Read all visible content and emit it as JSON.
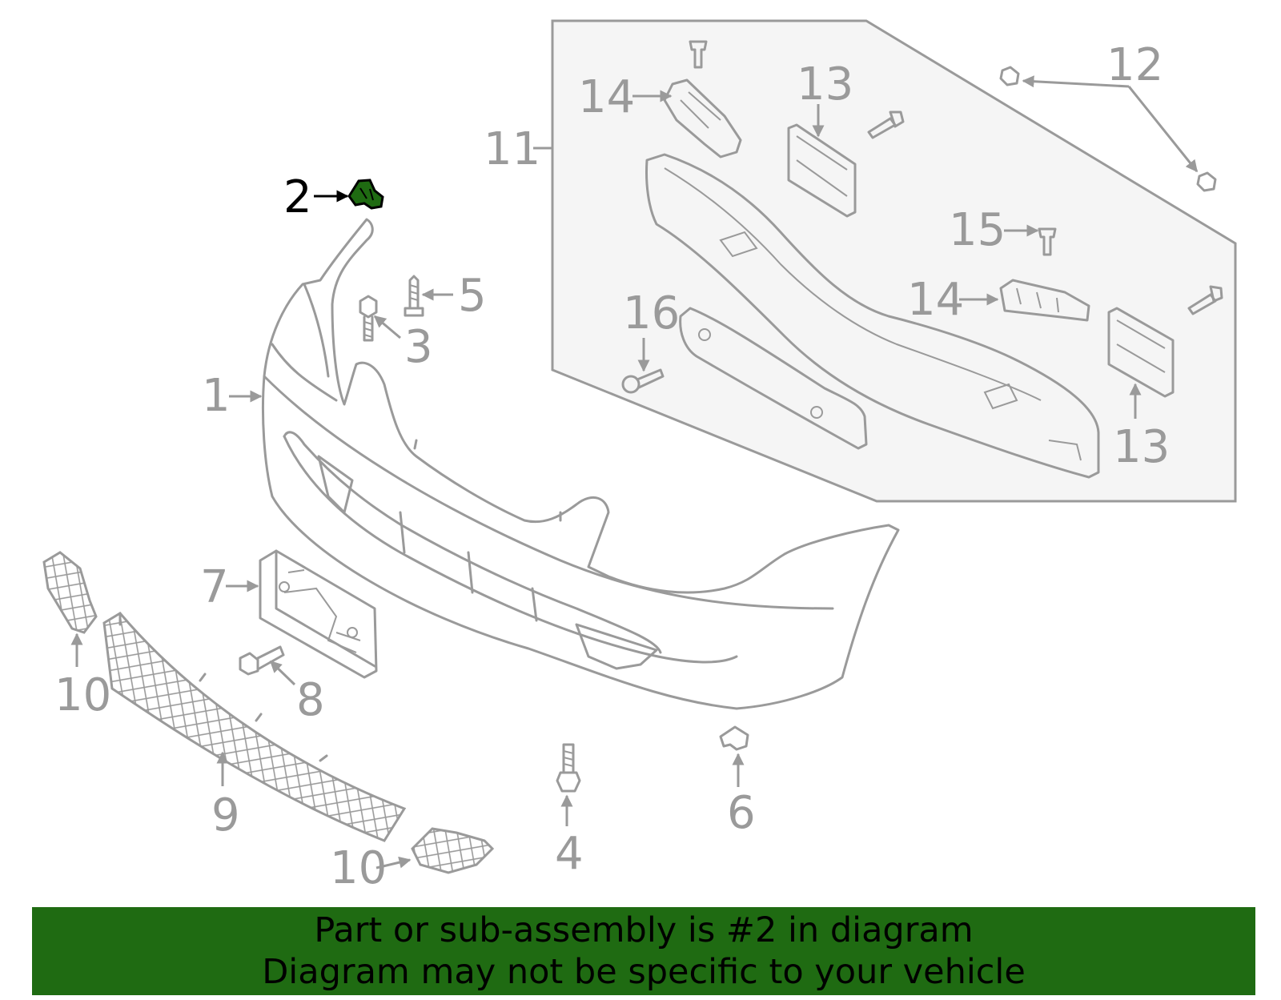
{
  "callouts": {
    "c1": "1",
    "c2": "2",
    "c3": "3",
    "c4": "4",
    "c5": "5",
    "c6": "6",
    "c7": "7",
    "c8": "8",
    "c9": "9",
    "c10a": "10",
    "c10b": "10",
    "c11": "11",
    "c12": "12",
    "c13a": "13",
    "c13b": "13",
    "c14a": "14",
    "c14b": "14",
    "c15": "15",
    "c16": "16"
  },
  "highlight_part": "2",
  "colors": {
    "highlight": "#1f6b12",
    "lines": "#9a9a9a",
    "inset_fill": "#f5f5f5",
    "banner_bg": "#1f6b12"
  },
  "banner": {
    "line1": "Part or sub-assembly is #2 in diagram",
    "line2": "Diagram may not be specific to your vehicle"
  }
}
